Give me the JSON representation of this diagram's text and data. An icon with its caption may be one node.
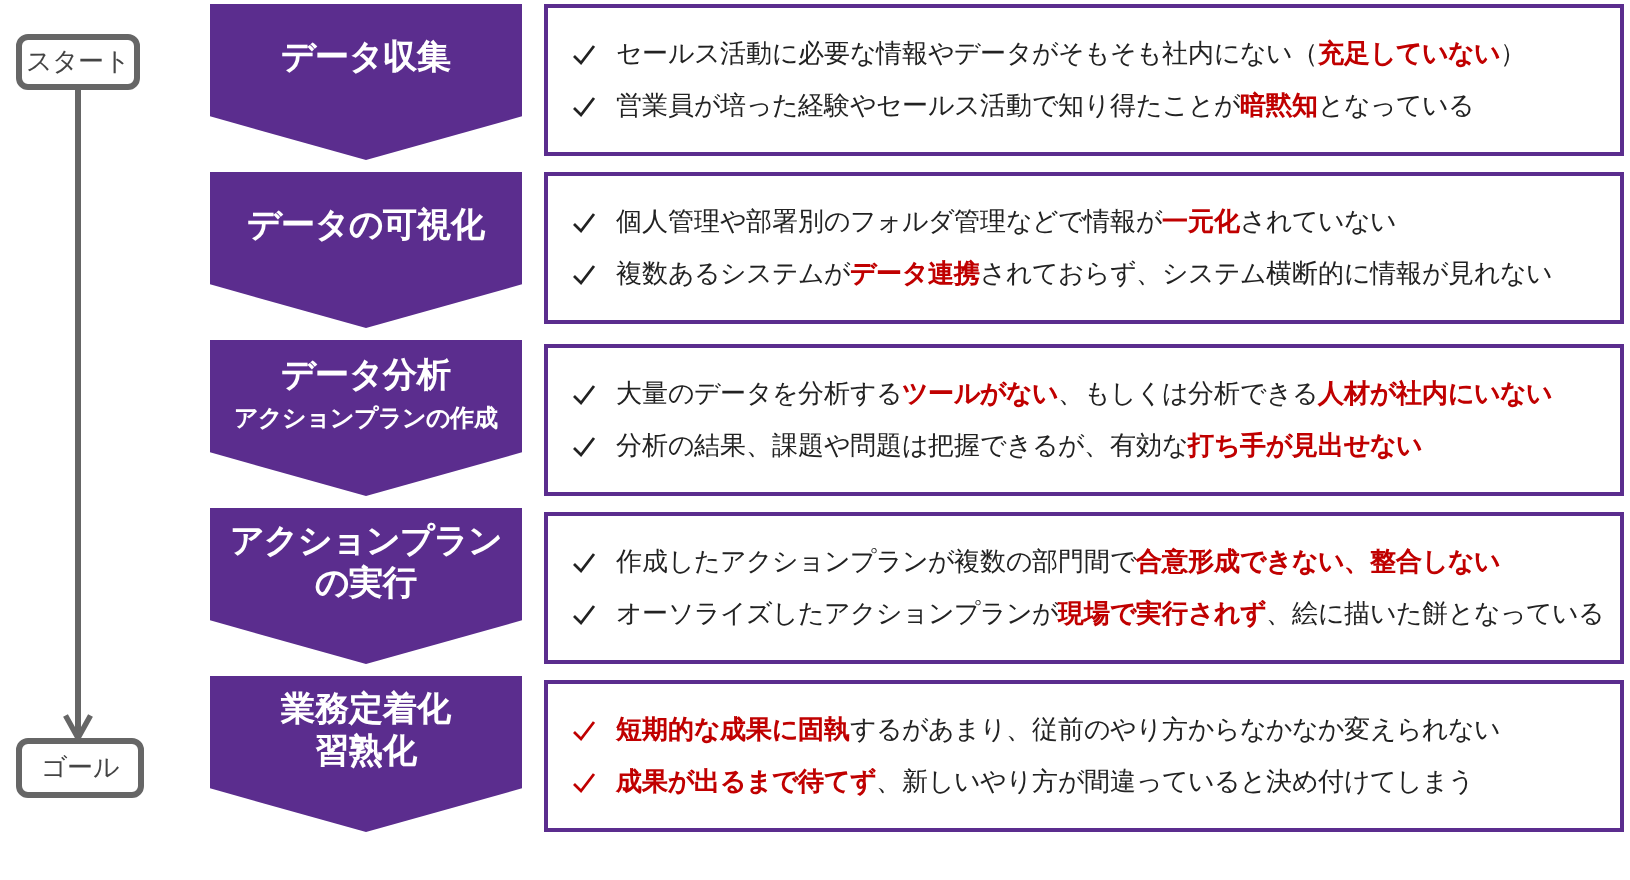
{
  "diagram": {
    "nodes": [
      {
        "text": [
          "スタート"
        ]
      },
      {
        "text": [
          "データ収集"
        ]
      },
      {
        "text": [
          "セールス活動に必要な情報やデータがそもそも社内にない（**充足していない**）",
          "営業員が培った経験やセールス活動で知り得たことが**暗黙知**となっている"
        ]
      },
      {
        "text": [
          "データの可視化"
        ]
      },
      {
        "text": [
          "個人管理や部署別のフォルダ管理などで情報が**一元化**されていない",
          "複数あるシステムが**データ連携**されておらず、システム横断的に情報が見れない"
        ]
      },
      {
        "text": [
          "データ分析",
          "アクションプランの作成"
        ]
      },
      {
        "text": [
          "大量のデータを分析する**ツールがない**、もしくは分析できる**人材が社内にいない**",
          "分析の結果、課題や問題は把握できるが、有効な**打ち手が見出せない**"
        ]
      },
      {
        "text": [
          "アクションプランの実行"
        ]
      },
      {
        "text": [
          "作成したアクションプランが複数の部門間で**合意形成できない、整合しない**",
          "オーソライズしたアクションプランが**現場で実行されず**、絵に描いた餅となっている"
        ]
      },
      {
        "text": [
          "業務定着化習熟化"
        ]
      },
      {
        "text": [
          "**短期的な成果に固執**するがあまり、従前のやり方からなかなか変えられない",
          "**成果が出るまで待てず**、新しいやり方が間違っていると決め付けてしまう"
        ]
      },
      {
        "text": [
          "ゴール"
        ]
      }
    ],
    "edges": [
      {
        "from": 0,
        "to": 11,
        "arrow": "to"
      }
    ]
  }
}
